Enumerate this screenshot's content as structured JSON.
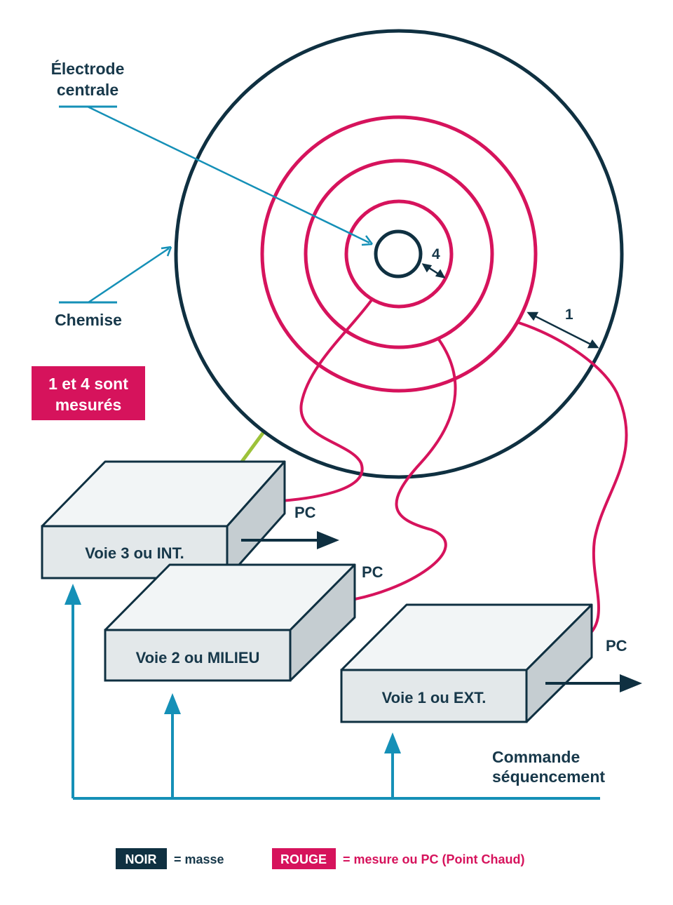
{
  "colors": {
    "black": "#0f3041",
    "red": "#d6135c",
    "blue": "#1590b7",
    "green": "#9dc23a",
    "box_front": "#e3e8ea",
    "box_top": "#f2f5f6",
    "box_side": "#c5cdd1"
  },
  "labels": {
    "electrode_line1": "Électrode",
    "electrode_line2": "centrale",
    "jacket": "Chemise",
    "dim_inner": "4",
    "dim_outer": "1",
    "commande_line1": "Commande",
    "commande_line2": "séquencement"
  },
  "note": {
    "line1": "1 et 4 sont",
    "line2": "mesurés"
  },
  "boxes": {
    "voie3": "Voie 3 ou INT.",
    "voie2": "Voie 2 ou MILIEU",
    "voie1": "Voie 1 ou EXT."
  },
  "pc_labels": {
    "pc3": "PC",
    "pc2": "PC",
    "pc1": "PC"
  },
  "legend": {
    "noir_key": "NOIR",
    "noir_desc": "= masse",
    "rouge_key": "ROUGE",
    "rouge_desc": "= mesure ou PC (Point Chaud)"
  }
}
